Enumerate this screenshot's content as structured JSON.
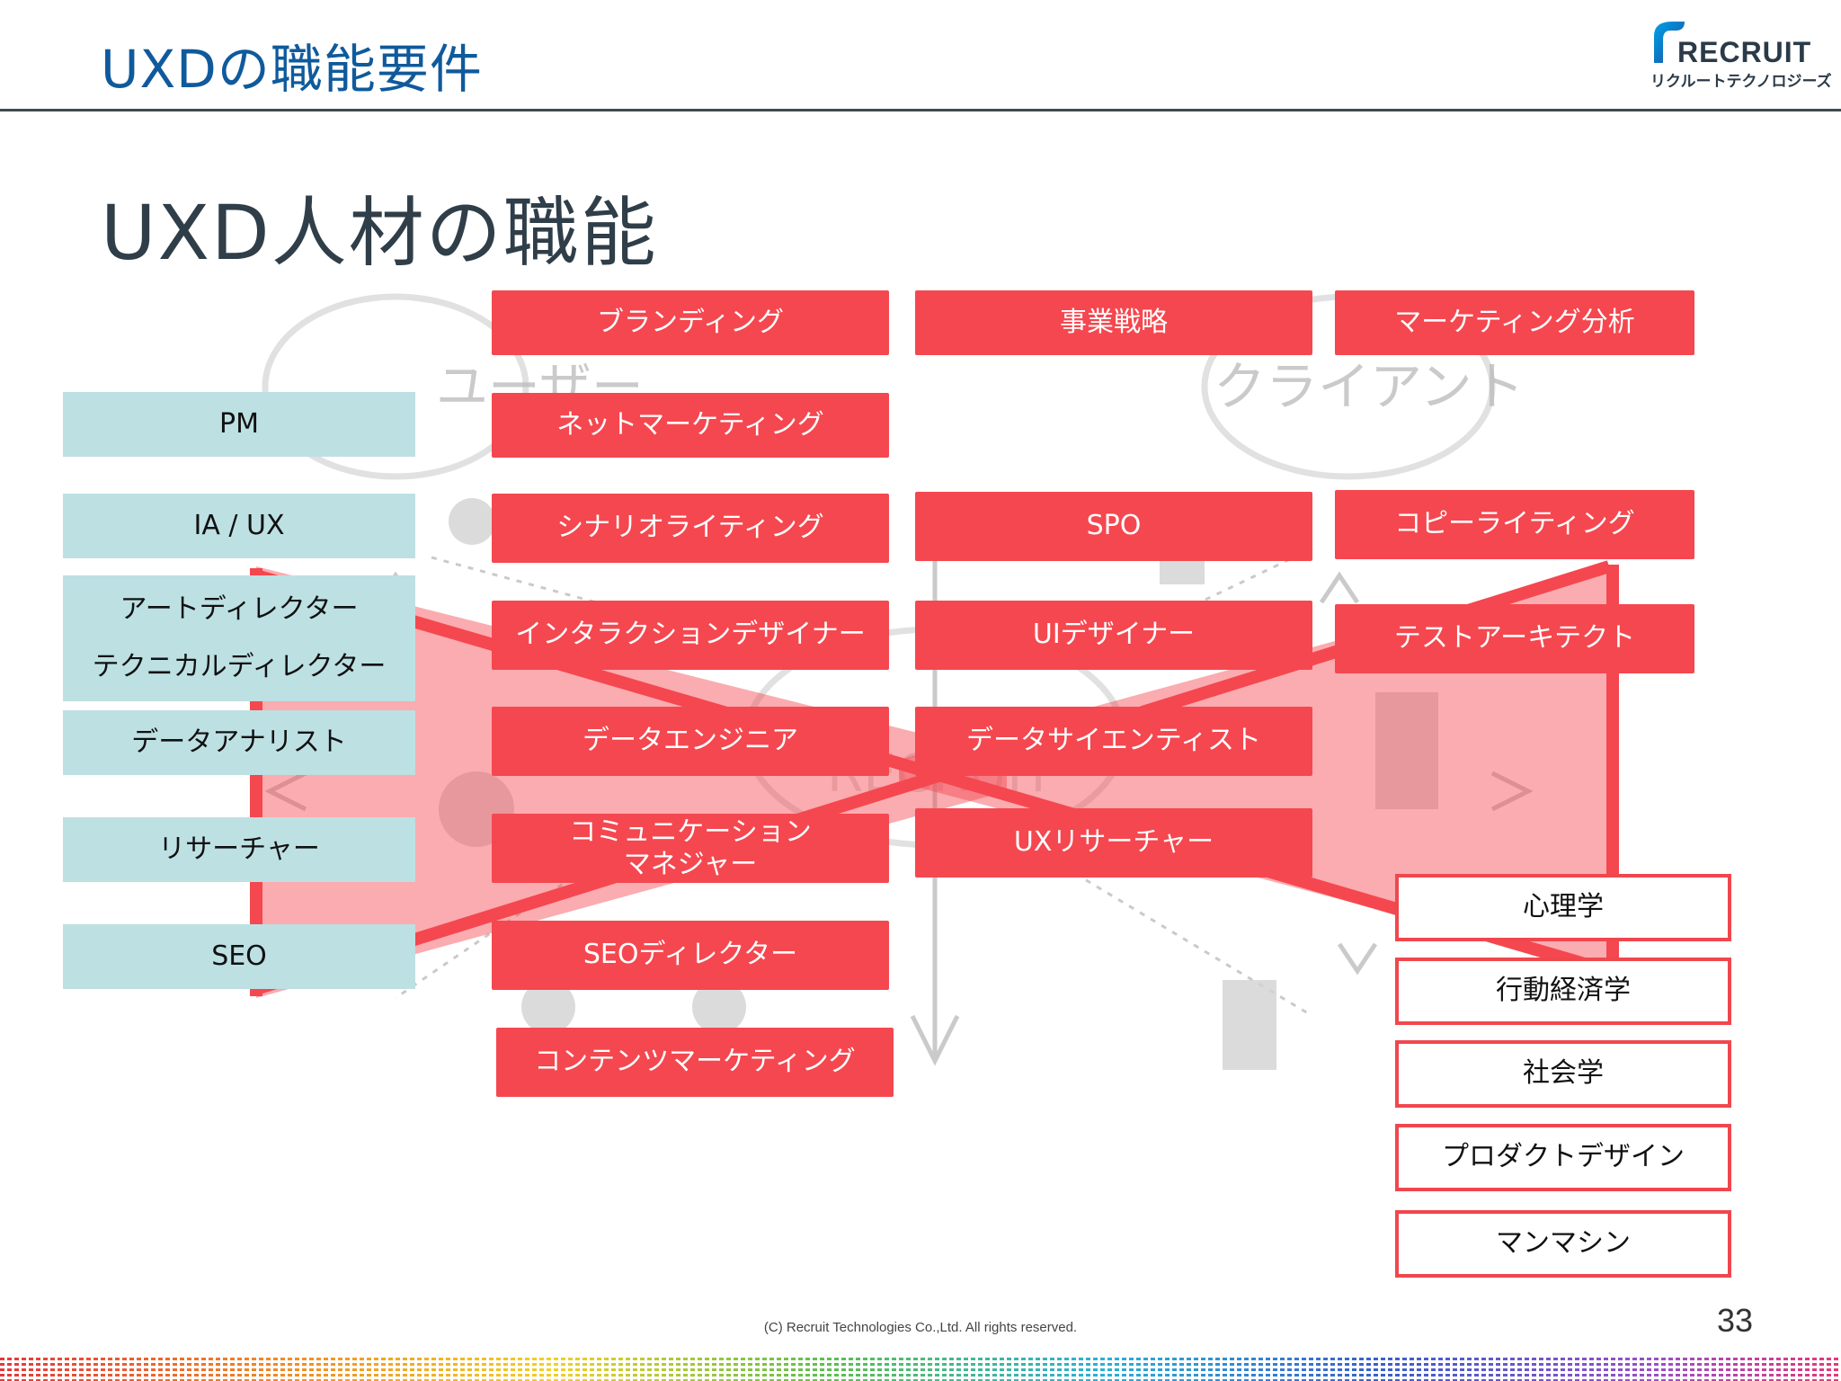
{
  "header": {
    "title": "UXDの職能要件",
    "logo_text": "RECRUIT",
    "logo_subtext": "リクルートテクノロジーズ"
  },
  "slide": {
    "title": "UXD人材の職能"
  },
  "background_diagram": {
    "user_label": "ユーザー",
    "client_label": "クライアント",
    "center_label": "RECRUIT"
  },
  "roles": [
    "PM",
    "IA / UX",
    "アートディレクター",
    "テクニカルディレクター",
    "データアナリスト",
    "リサーチャー",
    "SEO"
  ],
  "skills": {
    "col1": [
      "ブランディング",
      "ネットマーケティング",
      "シナリオライティング",
      "インタラクションデザイナー",
      "データエンジニア",
      "コミュニケーション",
      "マネジャー",
      "SEOディレクター",
      "コンテンツマーケティング"
    ],
    "col2": [
      "事業戦略",
      "SPO",
      "UIデザイナー",
      "データサイエンティスト",
      "UXリサーチャー"
    ],
    "col3": [
      "マーケティング分析",
      "コピーライティング",
      "テストアーキテクト"
    ]
  },
  "academics": [
    "心理学",
    "行動経済学",
    "社会学",
    "プロダクトデザイン",
    "マンマシン"
  ],
  "colors": {
    "accent_red": "#f5474f",
    "role_bg": "#bde0e3",
    "title_blue": "#0f5a9c"
  },
  "footer": {
    "copyright": "(C) Recruit Technologies Co.,Ltd. All rights reserved.",
    "page_number": "33"
  }
}
